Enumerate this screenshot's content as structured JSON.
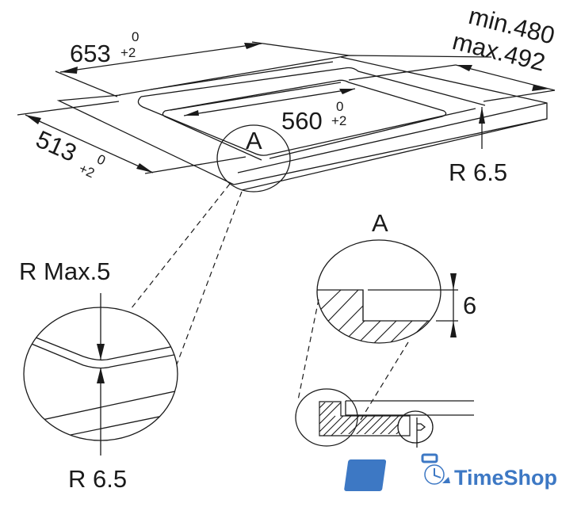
{
  "diagram": {
    "type": "technical-drawing",
    "subject": "Hob cut-out dimensions",
    "dimensions": {
      "width_label": "653",
      "width_tol_upper": "0",
      "width_tol_lower": "+2",
      "depth_label": "513",
      "depth_tol_upper": "0",
      "depth_tol_lower": "+2",
      "inner_label": "560",
      "inner_tol_upper": "0",
      "inner_tol_lower": "+2",
      "min_label": "min.480",
      "max_label": "max.492",
      "corner_radius_label": "R 6.5"
    },
    "detail_marker": "A",
    "detail_left": {
      "top_label": "R Max.5",
      "bottom_label": "R 6.5"
    },
    "detail_right": {
      "title": "A",
      "height_label": "6"
    }
  },
  "watermark": {
    "brand": "TimeShop",
    "color": "#3d78c4"
  }
}
